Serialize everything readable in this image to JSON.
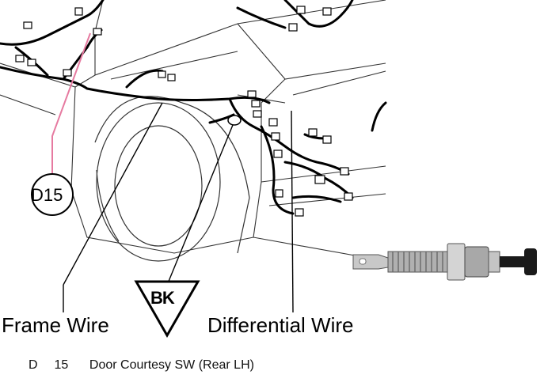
{
  "callouts": {
    "frame_wire": "Frame Wire",
    "differential_wire": "Differential Wire",
    "connector_id": "D15",
    "ground_code": "BK"
  },
  "legend": {
    "letter": "D",
    "number": "15",
    "description": "Door Courtesy SW (Rear LH)"
  },
  "colors": {
    "line": "#000000",
    "leader_pink": "#e67aa0",
    "body_outline": "#333333",
    "switch_metal": "#b8b8b8",
    "switch_cap": "#1a1a1a"
  }
}
